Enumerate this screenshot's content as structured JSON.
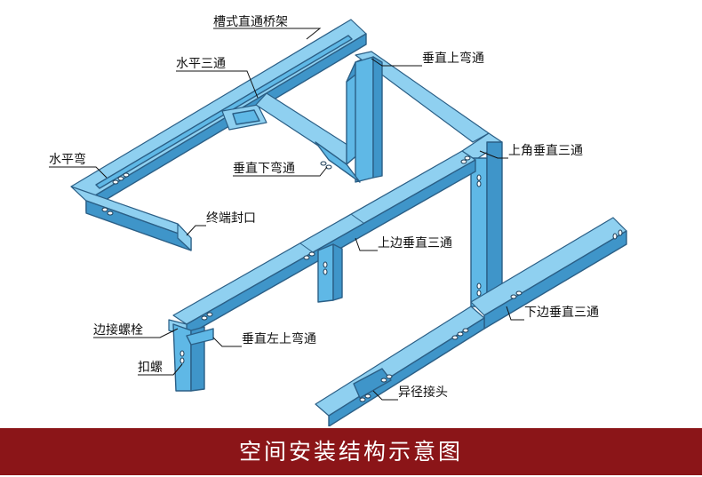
{
  "labels": {
    "straight_tray": "槽式直通桥架",
    "horizontal_tee": "水平三通",
    "horizontal_bend": "水平弯",
    "vertical_down_bend": "垂直下弯通",
    "end_cap": "终端封口",
    "vertical_up_bend": "垂直上弯通",
    "corner_vertical_tee": "上角垂直三通",
    "upper_vertical_tee": "上边垂直三通",
    "lower_vertical_tee": "下边垂直三通",
    "edge_bolt": "边接螺栓",
    "clip": "扣螺",
    "vertical_left_up_bend": "垂直左上弯通",
    "reducer": "异径接头"
  },
  "footer": {
    "title": "空间安装结构示意图"
  },
  "colors": {
    "tray": "#5fb8e6",
    "tray_shade": "#3f95c9",
    "outline": "#2b5f86",
    "footer_bg": "#8b1518",
    "footer_text": "#ffffff"
  }
}
